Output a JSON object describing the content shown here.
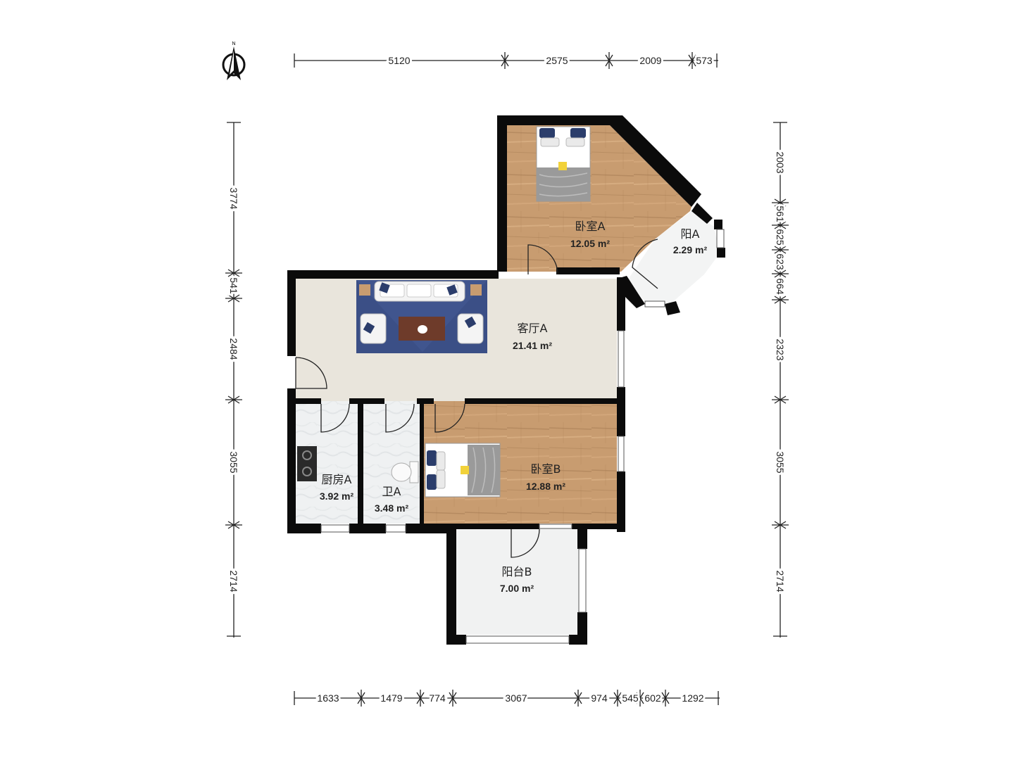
{
  "rooms": {
    "bedroom_a": {
      "name": "卧室A",
      "area": "12.05 m²"
    },
    "balcony_a": {
      "name": "阳A",
      "area": "2.29 m²"
    },
    "living_a": {
      "name": "客厅A",
      "area": "21.41 m²"
    },
    "kitchen_a": {
      "name": "厨房A",
      "area": "3.92 m²"
    },
    "bath_a": {
      "name": "卫A",
      "area": "3.48 m²"
    },
    "bedroom_b": {
      "name": "卧室B",
      "area": "12.88 m²"
    },
    "balcony_b": {
      "name": "阳台B",
      "area": "7.00 m²"
    }
  },
  "dimensions": {
    "top": [
      "5120",
      "2575",
      "2009",
      "573"
    ],
    "bottom": [
      "1633",
      "1479",
      "774",
      "3067",
      "974",
      "545",
      "602",
      "1292"
    ],
    "left": [
      "3774",
      "541",
      "2484",
      "3055",
      "2714"
    ],
    "right": [
      "2003",
      "561",
      "625",
      "623",
      "664",
      "2323",
      "3055",
      "2714"
    ]
  },
  "compass": {
    "label": "N"
  },
  "colors": {
    "wood_floor": "#c69a6e",
    "living_floor": "#e9e5dc",
    "tile_floor": "#eef0f1",
    "rug": "#3b4f86",
    "wall": "#0b0b0b"
  }
}
